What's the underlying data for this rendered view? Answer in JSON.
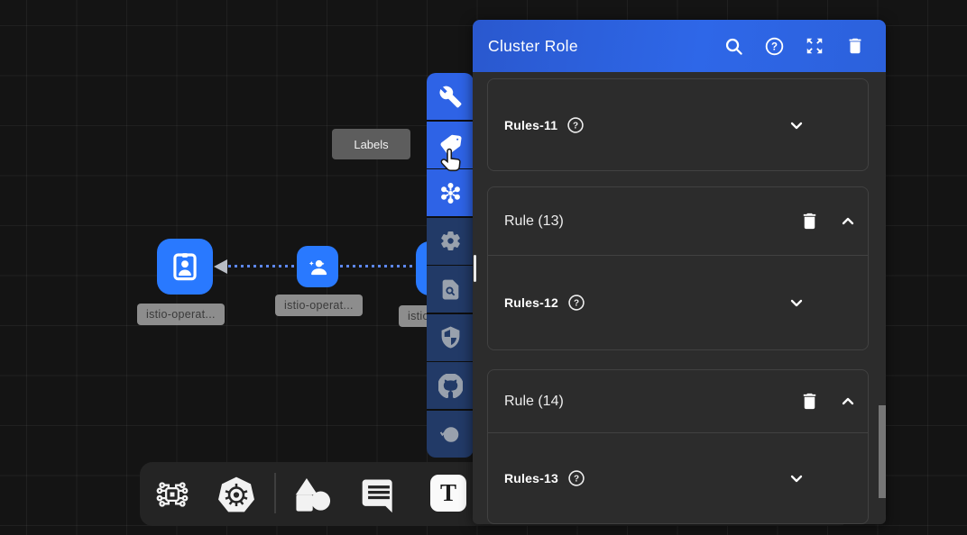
{
  "canvas": {
    "tooltip_text": "Labels",
    "nodes": [
      {
        "icon": "id-badge-icon",
        "label": "istio-operat..."
      },
      {
        "icon": "user-star-icon",
        "label": "istio-operat..."
      },
      {
        "icon": "hidden-node",
        "label": "istio-operat..."
      }
    ]
  },
  "side_toolbar": {
    "items": [
      {
        "name": "tools",
        "icon": "wrench-icon"
      },
      {
        "name": "labels",
        "icon": "label-tag-icon"
      },
      {
        "name": "mediation",
        "icon": "mediation-hub-icon"
      },
      {
        "name": "settings",
        "icon": "gear-icon"
      },
      {
        "name": "scan-document",
        "icon": "document-search-icon"
      },
      {
        "name": "security",
        "icon": "shield-icon"
      },
      {
        "name": "github",
        "icon": "github-icon"
      },
      {
        "name": "history",
        "icon": "history-clock-icon"
      }
    ]
  },
  "panel": {
    "title": "Cluster Role",
    "header_icons": [
      "search-icon",
      "help-icon",
      "expand-icon",
      "delete-icon"
    ],
    "cards": [
      {
        "field_label": "Rules-11"
      },
      {
        "title": "Rule (13)",
        "field_label": "Rules-12"
      },
      {
        "title": "Rule (14)",
        "field_label": "Rules-13"
      }
    ]
  },
  "bottom_toolbar": {
    "items": [
      "relationship-circuit-icon",
      "kubernetes-icon",
      "shapes-icon",
      "comment-icon",
      "text-icon"
    ],
    "text_icon_letter": "T"
  },
  "colors": {
    "accent_blue": "#2e63e6",
    "node_blue": "#2979ff",
    "panel_body": "#2c2c2c",
    "canvas_bg": "#141414",
    "toolbar_inactive": "#223a67"
  }
}
